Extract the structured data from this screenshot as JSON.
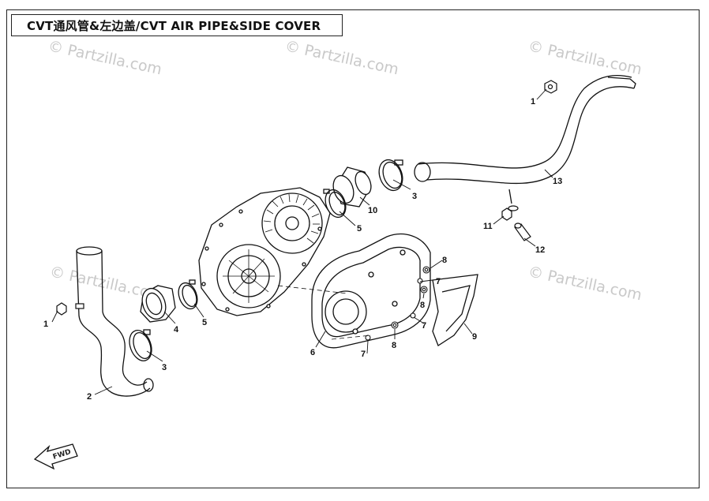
{
  "title": "CVT通风管&左边盖/CVT AIR PIPE&SIDE COVER",
  "watermark": "© Partzilla.com",
  "fwd_label": "FWD",
  "callouts": [
    "1",
    "2",
    "3",
    "4",
    "5",
    "6",
    "7",
    "8",
    "9",
    "10",
    "11",
    "12",
    "13"
  ],
  "colors": {
    "line": "#111111",
    "watermark": "#c9c9c9"
  }
}
